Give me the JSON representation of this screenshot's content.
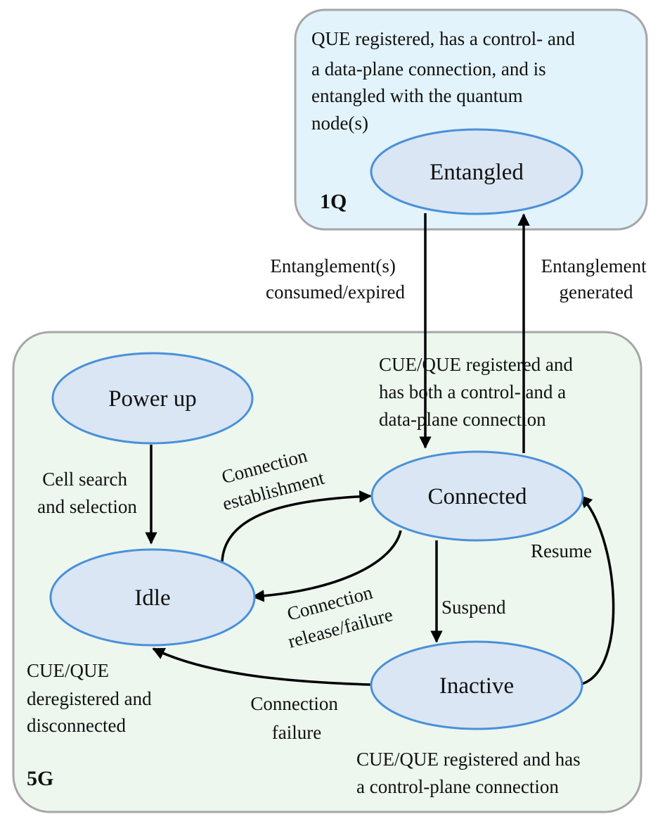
{
  "regions": {
    "q1": {
      "name": "1Q",
      "description": [
        "QUE registered, has a control- and",
        "a data-plane connection, and is",
        "entangled with the quantum",
        "node(s)"
      ]
    },
    "g5": {
      "name": "5G"
    }
  },
  "states": {
    "entangled": "Entangled",
    "power_up": "Power up",
    "connected": "Connected",
    "idle": "Idle",
    "inactive": "Inactive"
  },
  "descriptions": {
    "connected": [
      "CUE/QUE registered and",
      "has both a control- and a",
      "data-plane connection"
    ],
    "idle": [
      "CUE/QUE",
      "deregistered and",
      "disconnected"
    ],
    "inactive": [
      "CUE/QUE registered and has",
      "a control-plane connection"
    ]
  },
  "transitions": {
    "consumed": [
      "Entanglement(s)",
      "consumed/expired"
    ],
    "generated": [
      "Entanglement",
      "generated"
    ],
    "cell_search": [
      "Cell search",
      "and selection"
    ],
    "establishment": [
      "Connection",
      "establishment"
    ],
    "release": [
      "Connection",
      "release/failure"
    ],
    "suspend": [
      "Suspend"
    ],
    "resume": [
      "Resume"
    ],
    "failure": [
      "Connection",
      "failure"
    ]
  },
  "colors": {
    "q1_fill": "#e2f3fb",
    "g5_fill": "#edf7ee",
    "region_stroke": "#a6a6a6",
    "state_fill": "#dae6f3",
    "state_stroke": "#4a90d9",
    "arrow": "#000000"
  }
}
